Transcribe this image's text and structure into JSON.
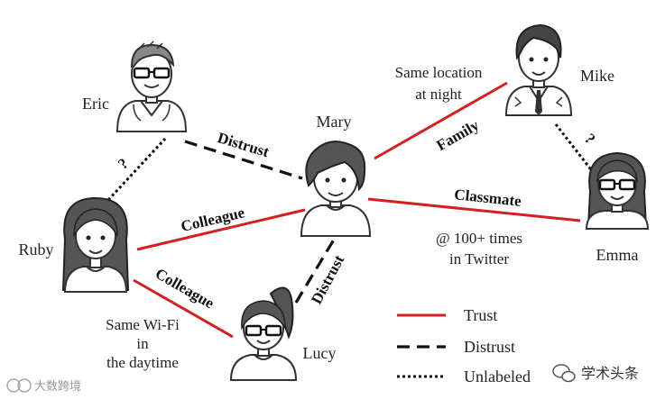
{
  "people": {
    "eric": "Eric",
    "mary": "Mary",
    "mike": "Mike",
    "ruby": "Ruby",
    "lucy": "Lucy",
    "emma": "Emma"
  },
  "edges": {
    "eric_mary": "Distrust",
    "ruby_mary": "Colleague",
    "mary_mike": "Family",
    "mary_emma": "Classmate",
    "ruby_lucy": "Colleague",
    "lucy_mary": "Distrust",
    "ruby_eric": "?",
    "mike_emma": "?"
  },
  "annotations": {
    "mike_line1": "Same location",
    "mike_line2": "at night",
    "emma_line1": "@ 100+ times",
    "emma_line2": "in Twitter",
    "lucy_line1": "Same Wi-Fi",
    "lucy_line2": "in",
    "lucy_line3": "the daytime"
  },
  "legend": {
    "trust": "Trust",
    "distrust": "Distrust",
    "unlabeled": "Unlabeled"
  },
  "watermarks": {
    "left": "大数跨境",
    "right": "学术头条"
  },
  "colors": {
    "trust": "#d42020",
    "distrust": "#111111",
    "unlabeled": "#111111"
  }
}
